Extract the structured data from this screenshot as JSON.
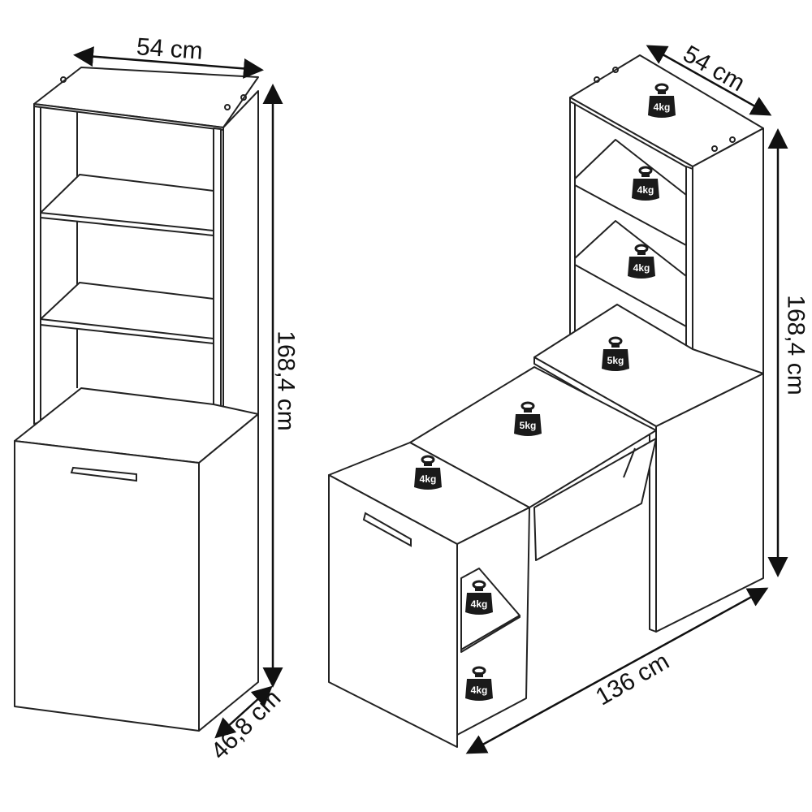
{
  "dimensions": {
    "left_width": "54 cm",
    "left_height": "168,4 cm",
    "left_depth": "46,8 cm",
    "right_depth": "54 cm",
    "right_height": "168,4 cm",
    "right_length": "136 cm"
  },
  "weights": [
    "4kg",
    "4kg",
    "4kg",
    "5kg",
    "5kg",
    "4kg",
    "4kg",
    "4kg"
  ],
  "colors": {
    "line": "#222222",
    "weight": "#1a1a1a",
    "background": "#ffffff"
  }
}
